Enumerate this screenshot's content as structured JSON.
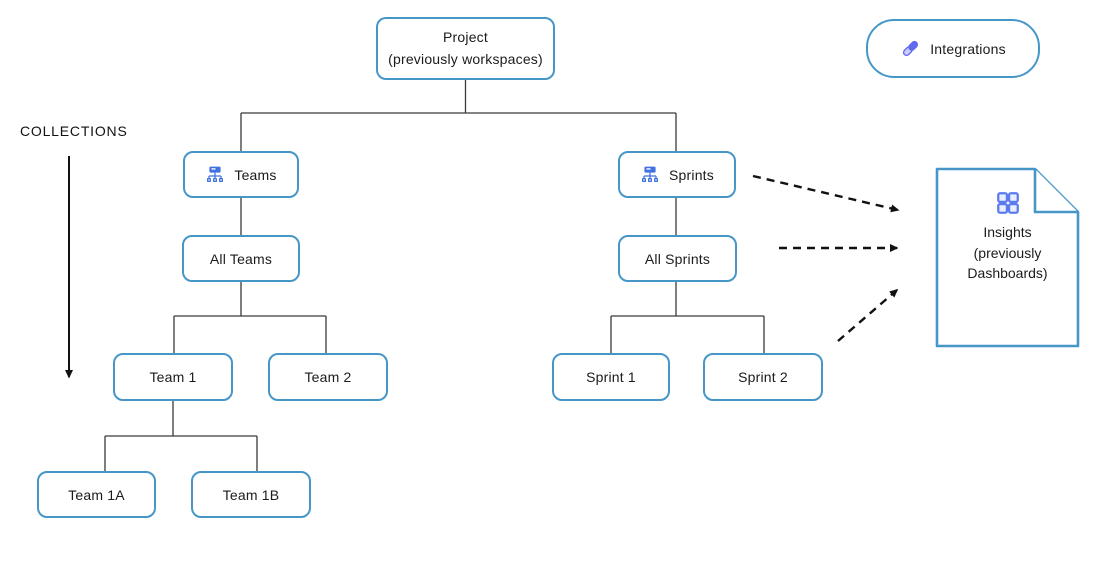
{
  "diagram": {
    "collections_label": "COLLECTIONS",
    "nodes": {
      "project": {
        "label_line1": "Project",
        "label_line2": "(previously workspaces)"
      },
      "teams": {
        "label": "Teams",
        "icon": "sitemap-icon"
      },
      "all_teams": {
        "label": "All Teams"
      },
      "team1": {
        "label": "Team 1"
      },
      "team2": {
        "label": "Team 2"
      },
      "team1a": {
        "label": "Team 1A"
      },
      "team1b": {
        "label": "Team 1B"
      },
      "sprints": {
        "label": "Sprints",
        "icon": "sitemap-icon"
      },
      "all_sprints": {
        "label": "All Sprints"
      },
      "sprint1": {
        "label": "Sprint 1"
      },
      "sprint2": {
        "label": "Sprint 2"
      },
      "integrations": {
        "label": "Integrations",
        "icon": "link-icon"
      },
      "insights": {
        "label_line1": "Insights",
        "label_line2": "(previously",
        "label_line3": "Dashboards)",
        "icon": "grid-icon"
      }
    },
    "colors": {
      "node_border": "#4697C8",
      "icon_blue": "#4272E0",
      "icon_indigo": "#6169EF",
      "connector": "#3a3a3a",
      "arrow": "#111111",
      "text": "#1b1b1b"
    }
  }
}
